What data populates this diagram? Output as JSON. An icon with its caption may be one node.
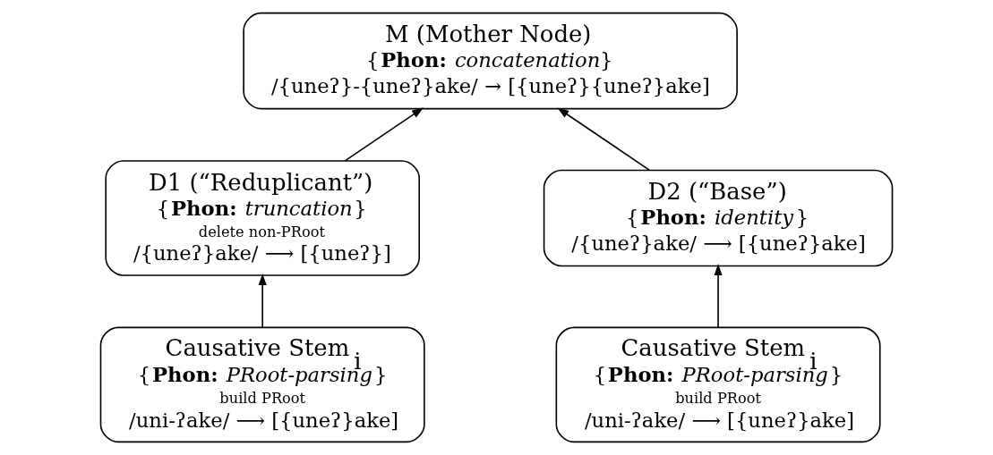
{
  "diagram": {
    "nodes": [
      {
        "text": [
          "M (Mother Node)",
          "{**Phon:** *concatenation*}",
          "/{uneʔ}-{uneʔ}ake/ → [{uneʔ}{uneʔ}ake]"
        ]
      },
      {
        "text": [
          "D1 (“Reduplicant”)",
          "{**Phon:** *truncation*}",
          "delete non-PRoot",
          "/{uneʔ}ake/ ⟶ [{uneʔ}]"
        ]
      },
      {
        "text": [
          "D2 (“Base”)",
          "{**Phon:** *identity*}",
          "/{uneʔ}ake/ ⟶ [{uneʔ}ake]"
        ]
      },
      {
        "text": [
          "Causative Stem$_{i}$",
          "{**Phon:** *PRoot-parsing*}",
          "build PRoot",
          "/uni-ʔake/ ⟶ [{uneʔ}ake]"
        ]
      },
      {
        "text": [
          "Causative Stem$_{i}$",
          "{**Phon:** *PRoot-parsing*}",
          "build PRoot",
          "/uni-ʔake/ ⟶ [{uneʔ}ake]"
        ]
      }
    ],
    "edges": [
      {
        "from": 1,
        "to": 0,
        "arrow": "to"
      },
      {
        "from": 2,
        "to": 0,
        "arrow": "to"
      },
      {
        "from": 3,
        "to": 1,
        "arrow": "to"
      },
      {
        "from": 4,
        "to": 2,
        "arrow": "to"
      }
    ]
  }
}
